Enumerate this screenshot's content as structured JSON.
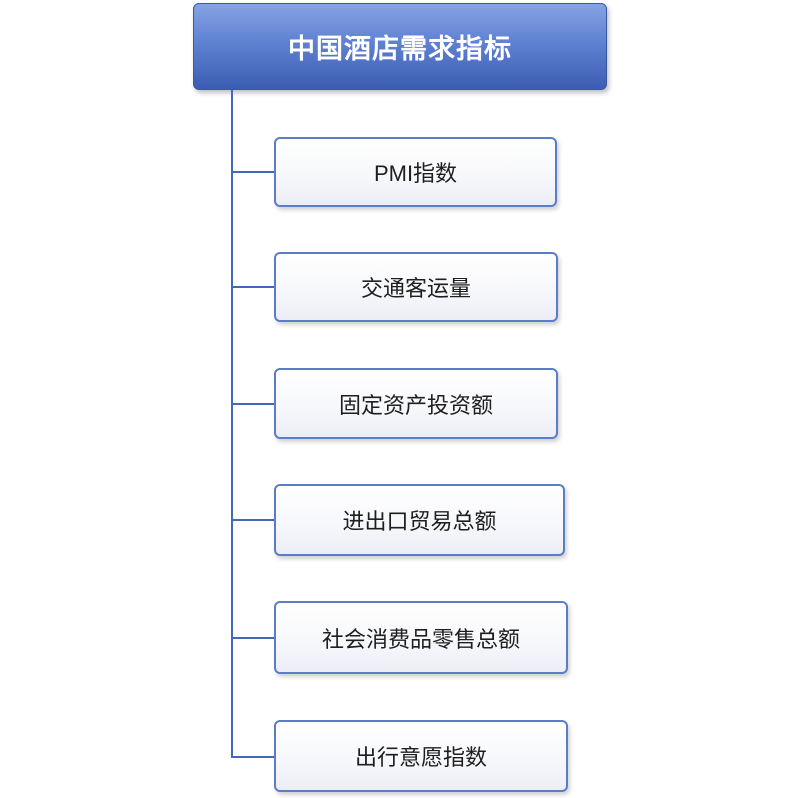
{
  "diagram": {
    "root": {
      "label": "中国酒店需求指标"
    },
    "children": [
      {
        "label": "PMI指数"
      },
      {
        "label": "交通客运量"
      },
      {
        "label": "固定资产投资额"
      },
      {
        "label": "进出口贸易总额"
      },
      {
        "label": "社会消费品零售总额"
      },
      {
        "label": "出行意愿指数"
      }
    ]
  },
  "colors": {
    "root_fill_top": "#86a3e3",
    "root_fill_bottom": "#3c5db2",
    "root_text": "#ffffff",
    "connector": "#4468b8",
    "child_border": "#5b7cc7",
    "child_fill": "#ffffff",
    "child_text": "#1e1e1e"
  }
}
